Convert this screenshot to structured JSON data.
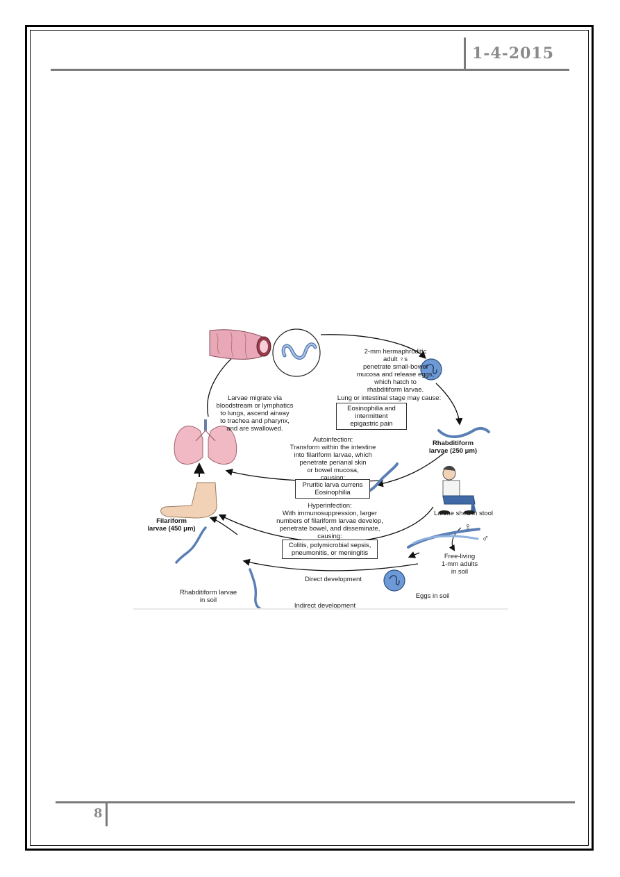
{
  "header": {
    "date": "1-4-2015"
  },
  "footer": {
    "page_number": "8"
  },
  "diagram": {
    "adult_text": "2-mm hermaphroditic\nadult ♀s\npenetrate small-bowel\nmucosa and release eggs,\nwhich hatch to\nrhabditiform larvae.",
    "lung_stage_text": "Lung or intestinal stage may cause:",
    "lung_stage_box": "Eosinophilia and\nintermittent\nepigastric pain",
    "migrate_text": "Larvae migrate via\nbloodstream or lymphatics\nto lungs, ascend airway\nto trachea and pharynx,\nand are swallowed.",
    "rhabditiform_label": "Rhabditiform\nlarvae (250 μm)",
    "autoinfection_text": "Autoinfection:\nTransform within the intestine\ninto filariform larvae, which\npenetrate perianal skin\nor bowel mucosa,\ncausing:",
    "autoinfection_box": "Pruritic larva currens\nEosinophilia",
    "larvae_stool": "Larvae shed in stool",
    "hyperinfection_text": "Hyperinfection:\nWith immunosuppression, larger\nnumbers of filariform larvae develop,\npenetrate bowel, and disseminate,\ncausing:",
    "hyperinfection_box": "Colitis, polymicrobial sepsis,\npneumonitis, or meningitis",
    "filariform_label": "Filariform\nlarvae (450 μm)",
    "female_symbol": "♀",
    "male_symbol": "♂",
    "free_living": "Free-living\n1-mm adults\nin soil",
    "direct_dev": "Direct development",
    "eggs_soil": "Eggs in soil",
    "rhabditiform_soil": "Rhabditiform larvae\nin soil",
    "indirect_dev": "Indirect development"
  },
  "colors": {
    "rule_gray": "#7a7a7a",
    "egg_blue": "#6d9ad6",
    "larva_blue": "#8fb1e0",
    "lung_pink": "#f1b9c4",
    "intestine_pink": "#e8a8b8",
    "skin": "#f2d2b6"
  }
}
